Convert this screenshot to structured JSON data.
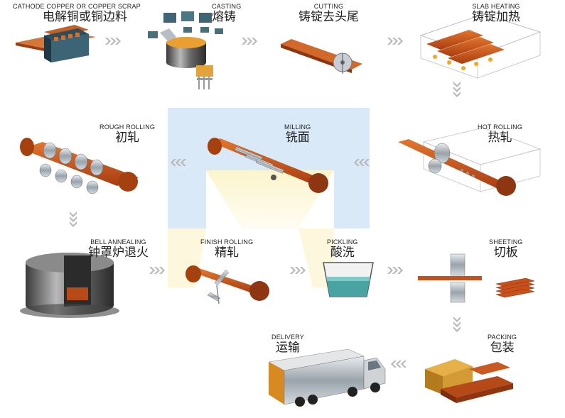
{
  "steps": [
    {
      "id": "cathode",
      "en": "CATHODE COPPER OR COPPER SCRAP",
      "cn": "电解铜或铜边料"
    },
    {
      "id": "casting",
      "en": "CASTING",
      "cn": "熔铸"
    },
    {
      "id": "cutting",
      "en": "CUTTING",
      "cn": "铸锭去头尾"
    },
    {
      "id": "slab-heating",
      "en": "SLAB HEATING",
      "cn": "铸锭加热"
    },
    {
      "id": "rough-rolling",
      "en": "ROUGH ROLLING",
      "cn": "初轧"
    },
    {
      "id": "milling",
      "en": "MILLING",
      "cn": "铣面"
    },
    {
      "id": "hot-rolling",
      "en": "HOT ROLLING",
      "cn": "热轧"
    },
    {
      "id": "bell-annealing",
      "en": "BELL ANNEALING",
      "cn": "钟罩炉退火"
    },
    {
      "id": "finish-rolling",
      "en": "FINISH ROLLING",
      "cn": "精轧"
    },
    {
      "id": "pickling",
      "en": "PICKLING",
      "cn": "酸洗"
    },
    {
      "id": "sheeting",
      "en": "SHEETING",
      "cn": "切板"
    },
    {
      "id": "delivery",
      "en": "DELIVERY",
      "cn": "运输"
    },
    {
      "id": "packing",
      "en": "PACKING",
      "cn": "包装"
    }
  ],
  "colors": {
    "copper": "#c8501c",
    "copper_dark": "#8a3210",
    "steel": "#9aa3ab",
    "blue_band": "#cfe3f5",
    "yellow_glow": "#fbf3c6",
    "arrow": "#9b9b9b"
  }
}
